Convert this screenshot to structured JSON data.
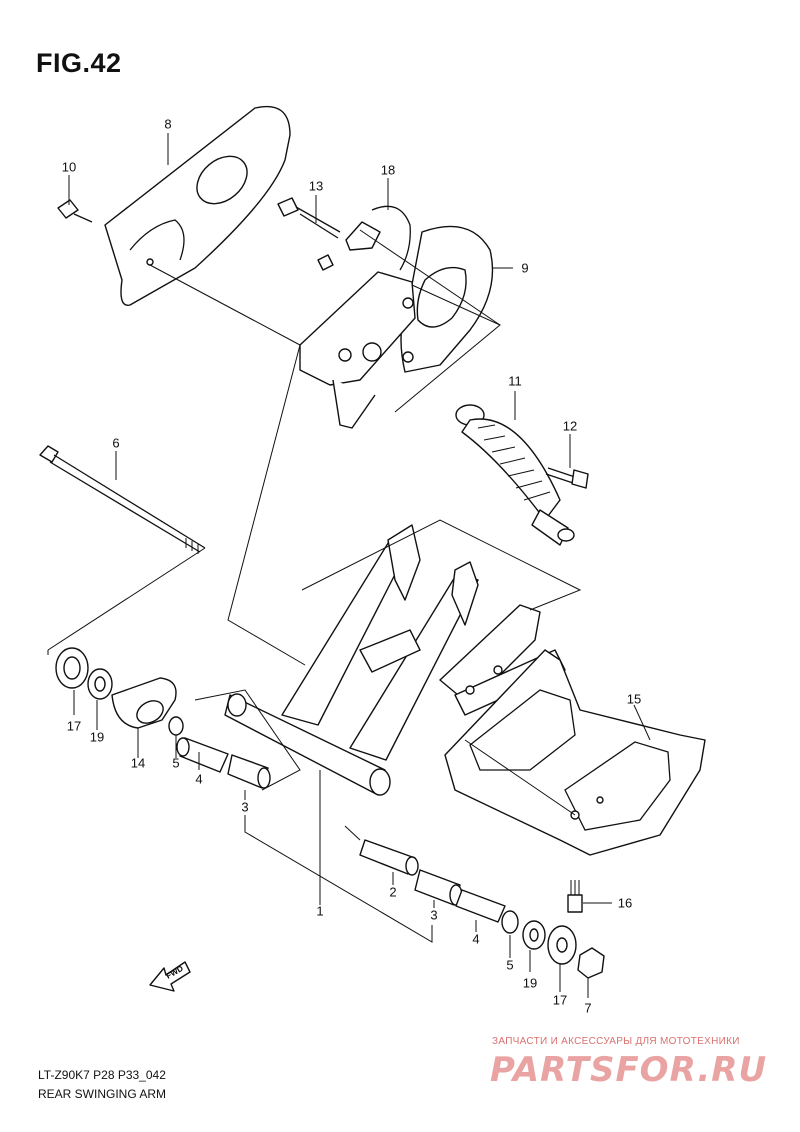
{
  "figure": {
    "title": "FIG.42",
    "model_code": "LT-Z90K7 P28 P33_042",
    "name": "REAR SWINGING ARM"
  },
  "callouts": [
    {
      "id": "c8",
      "label": "8"
    },
    {
      "id": "c10",
      "label": "10"
    },
    {
      "id": "c13",
      "label": "13"
    },
    {
      "id": "c18",
      "label": "18"
    },
    {
      "id": "c9",
      "label": "9"
    },
    {
      "id": "c11",
      "label": "11"
    },
    {
      "id": "c12",
      "label": "12"
    },
    {
      "id": "c6",
      "label": "6"
    },
    {
      "id": "c15",
      "label": "15"
    },
    {
      "id": "c17a",
      "label": "17"
    },
    {
      "id": "c19a",
      "label": "19"
    },
    {
      "id": "c14",
      "label": "14"
    },
    {
      "id": "c5a",
      "label": "5"
    },
    {
      "id": "c4a",
      "label": "4"
    },
    {
      "id": "c3a",
      "label": "3"
    },
    {
      "id": "c1",
      "label": "1"
    },
    {
      "id": "c2",
      "label": "2"
    },
    {
      "id": "c3b",
      "label": "3"
    },
    {
      "id": "c4b",
      "label": "4"
    },
    {
      "id": "c5b",
      "label": "5"
    },
    {
      "id": "c19b",
      "label": "19"
    },
    {
      "id": "c17b",
      "label": "17"
    },
    {
      "id": "c7",
      "label": "7"
    },
    {
      "id": "c16",
      "label": "16"
    }
  ],
  "fwd_arrow": {
    "label": "FWD"
  },
  "watermark": {
    "caption": "ЗАПЧАСТИ И АКСЕССУАРЫ ДЛЯ МОТОТЕХНИКИ",
    "logo": "PARTSFOR.RU"
  }
}
